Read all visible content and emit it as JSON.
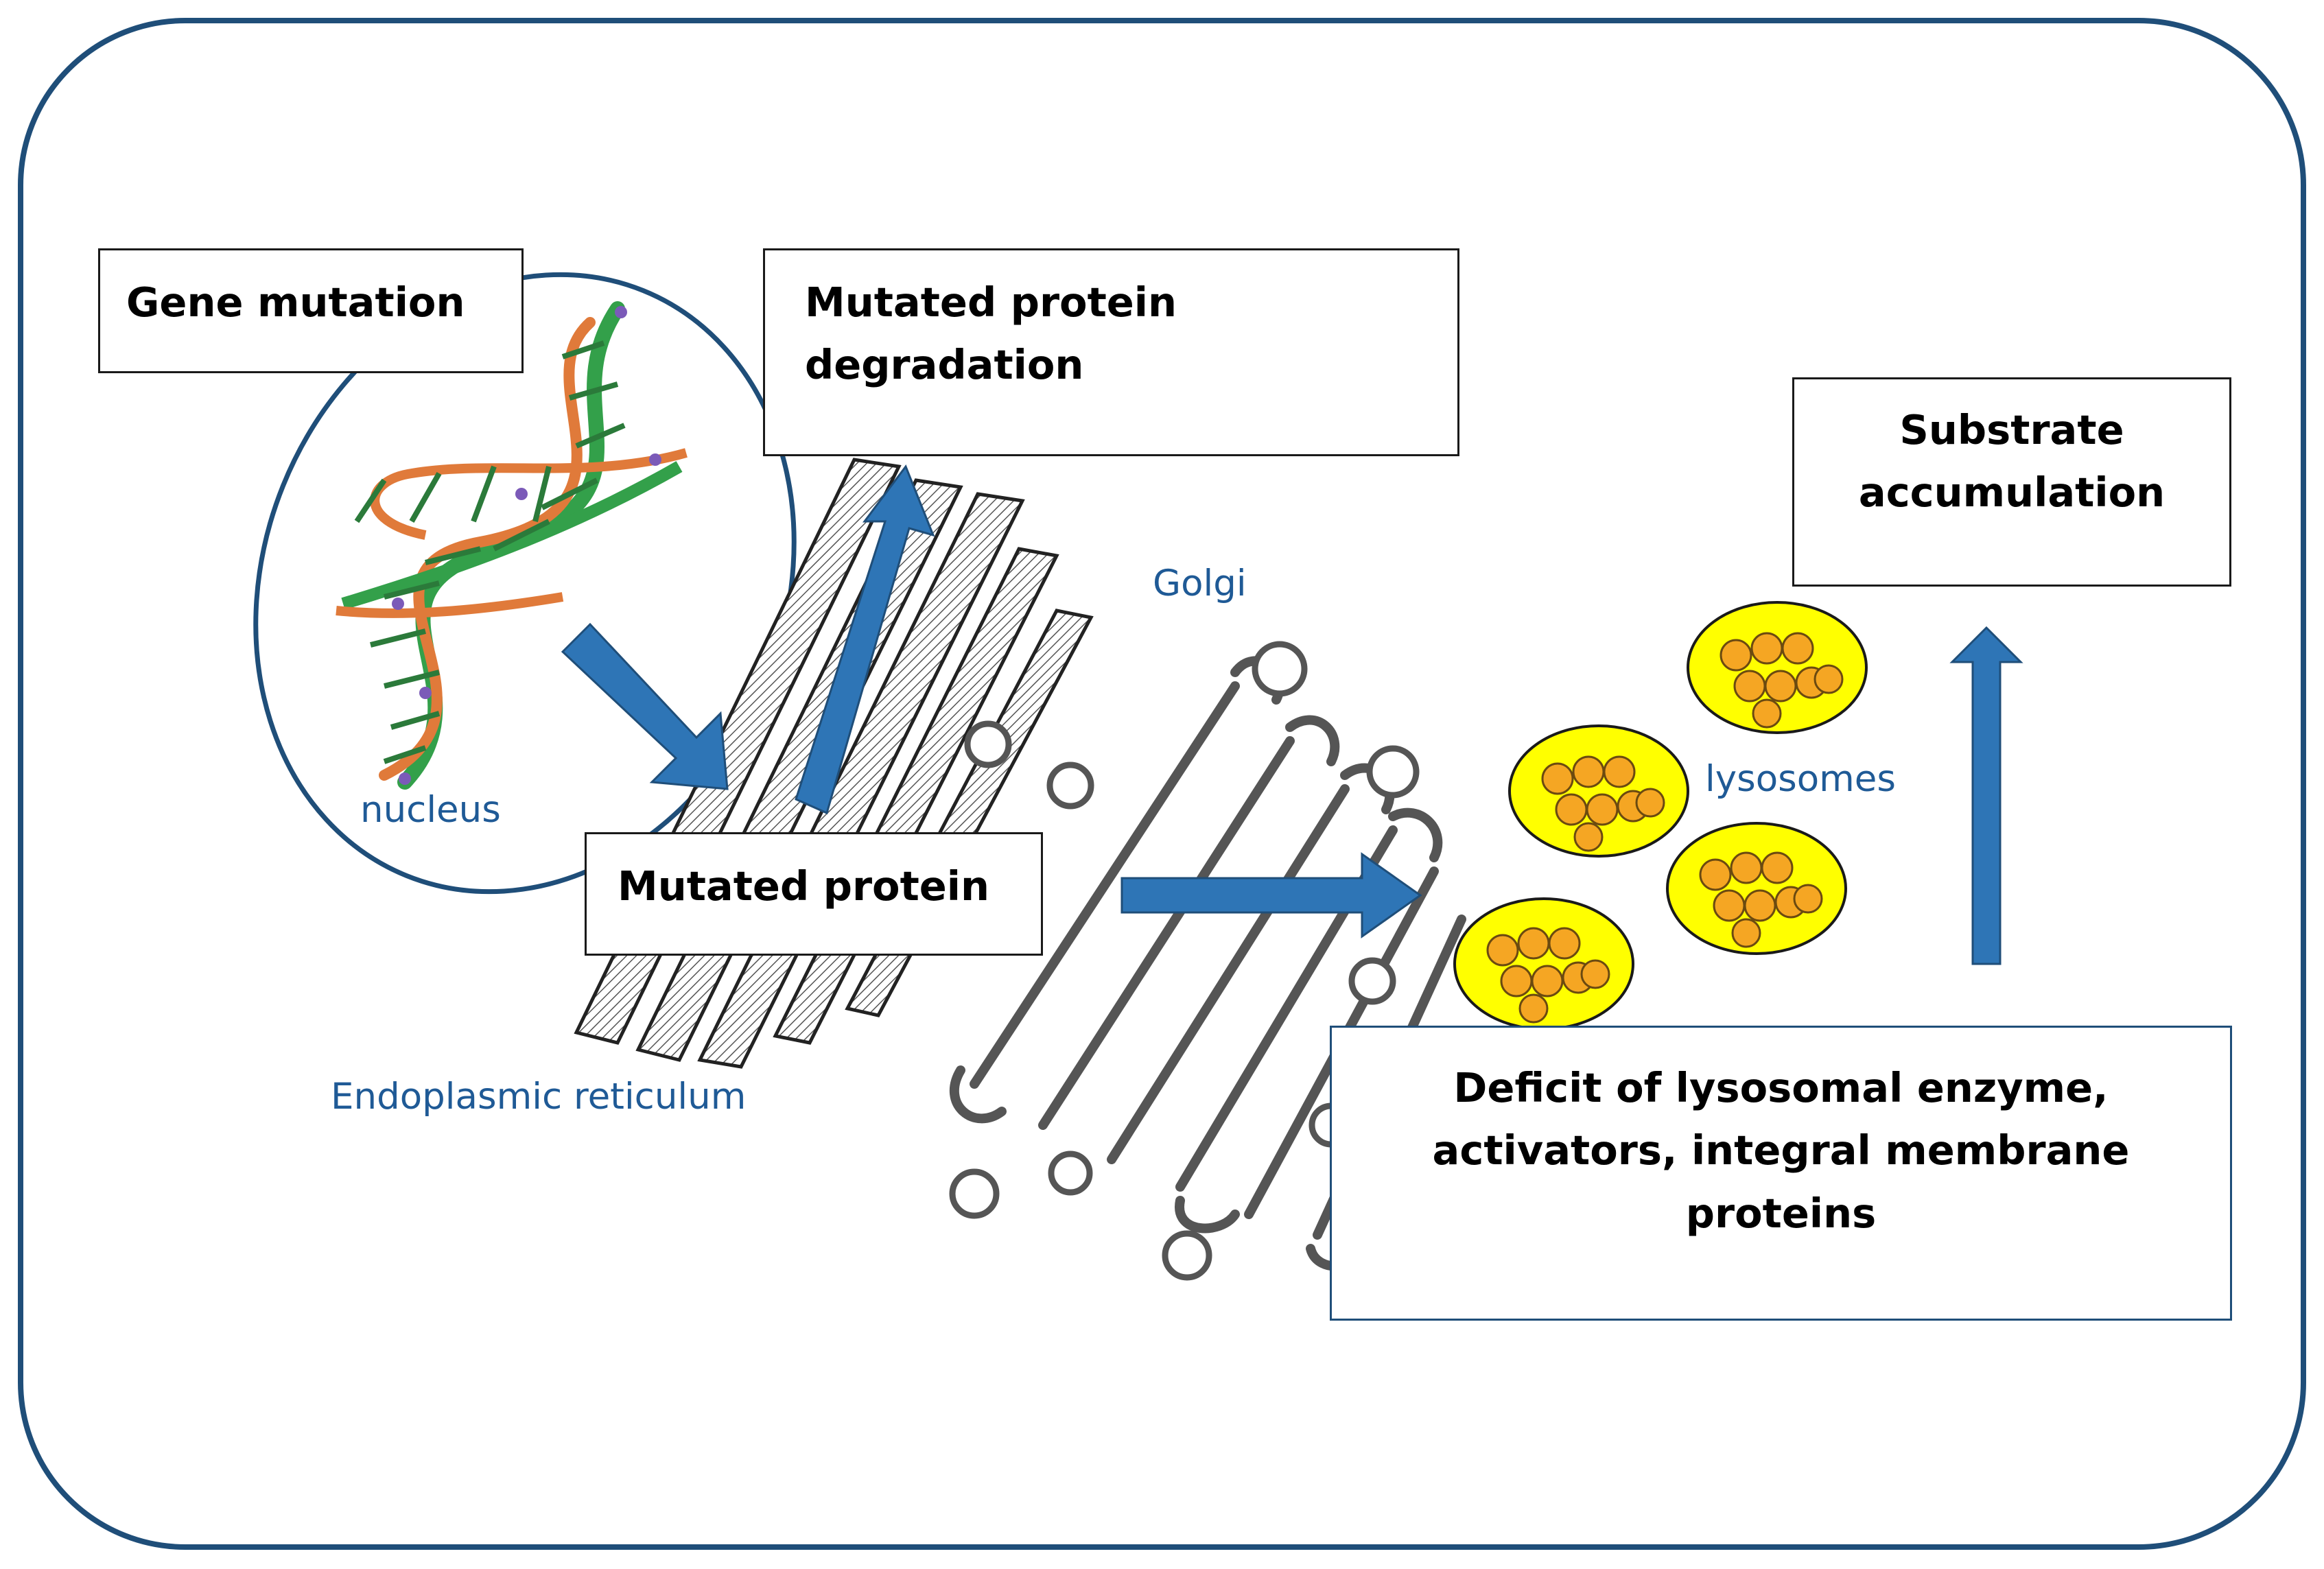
{
  "boxes": {
    "gene_mutation": "Gene mutation",
    "mutated_protein_degradation": "Mutated protein degradation",
    "substrate_accumulation": [
      "Substrate",
      "accumulation"
    ],
    "mutated_protein": "Mutated protein",
    "deficit": [
      "Deficit of lysosomal enzyme,",
      "activators, integral membrane proteins"
    ]
  },
  "labels": {
    "nucleus": "nucleus",
    "golgi": "Golgi",
    "lysosomes": "lysosomes",
    "endoplasmic_reticulum": "Endoplasmic reticulum"
  },
  "colors": {
    "frame": "#1f4e79",
    "arrow": "#2e75b6",
    "label_text": "#1f5a96",
    "lysosome_fill": "#ffff00",
    "vesicle_fill": "#f5a623",
    "dna_strand_a": "#e07a3a",
    "dna_strand_b": "#33a04a"
  }
}
